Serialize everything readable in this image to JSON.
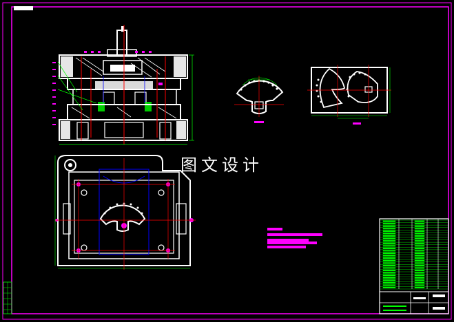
{
  "watermark": "图文设计",
  "colors": {
    "background": "#000000",
    "border": "#ff00ff",
    "outline": "#ffffff",
    "dimension": "#00ff00",
    "centerline": "#ff0000",
    "hidden": "#0000ff",
    "note_bars": "#ff00ff"
  },
  "layout": {
    "views": [
      "assembly-section-view",
      "punch-profile-view",
      "blank-strip-view",
      "die-plan-view"
    ],
    "tech_note_lines": 4,
    "title_block_rows": 28
  }
}
